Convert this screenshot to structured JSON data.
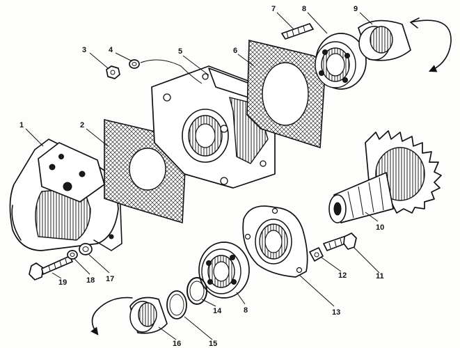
{
  "labels": {
    "l1": "1",
    "l2": "2",
    "l3": "3",
    "l4": "4",
    "l5": "5",
    "l6": "6",
    "l7": "7",
    "l8a": "8",
    "l8b": "8",
    "l9": "9",
    "l10": "10",
    "l11": "11",
    "l12": "12",
    "l13": "13",
    "l14": "14",
    "l15": "15",
    "l16": "16",
    "l17": "17",
    "l18": "18",
    "l19": "19"
  }
}
